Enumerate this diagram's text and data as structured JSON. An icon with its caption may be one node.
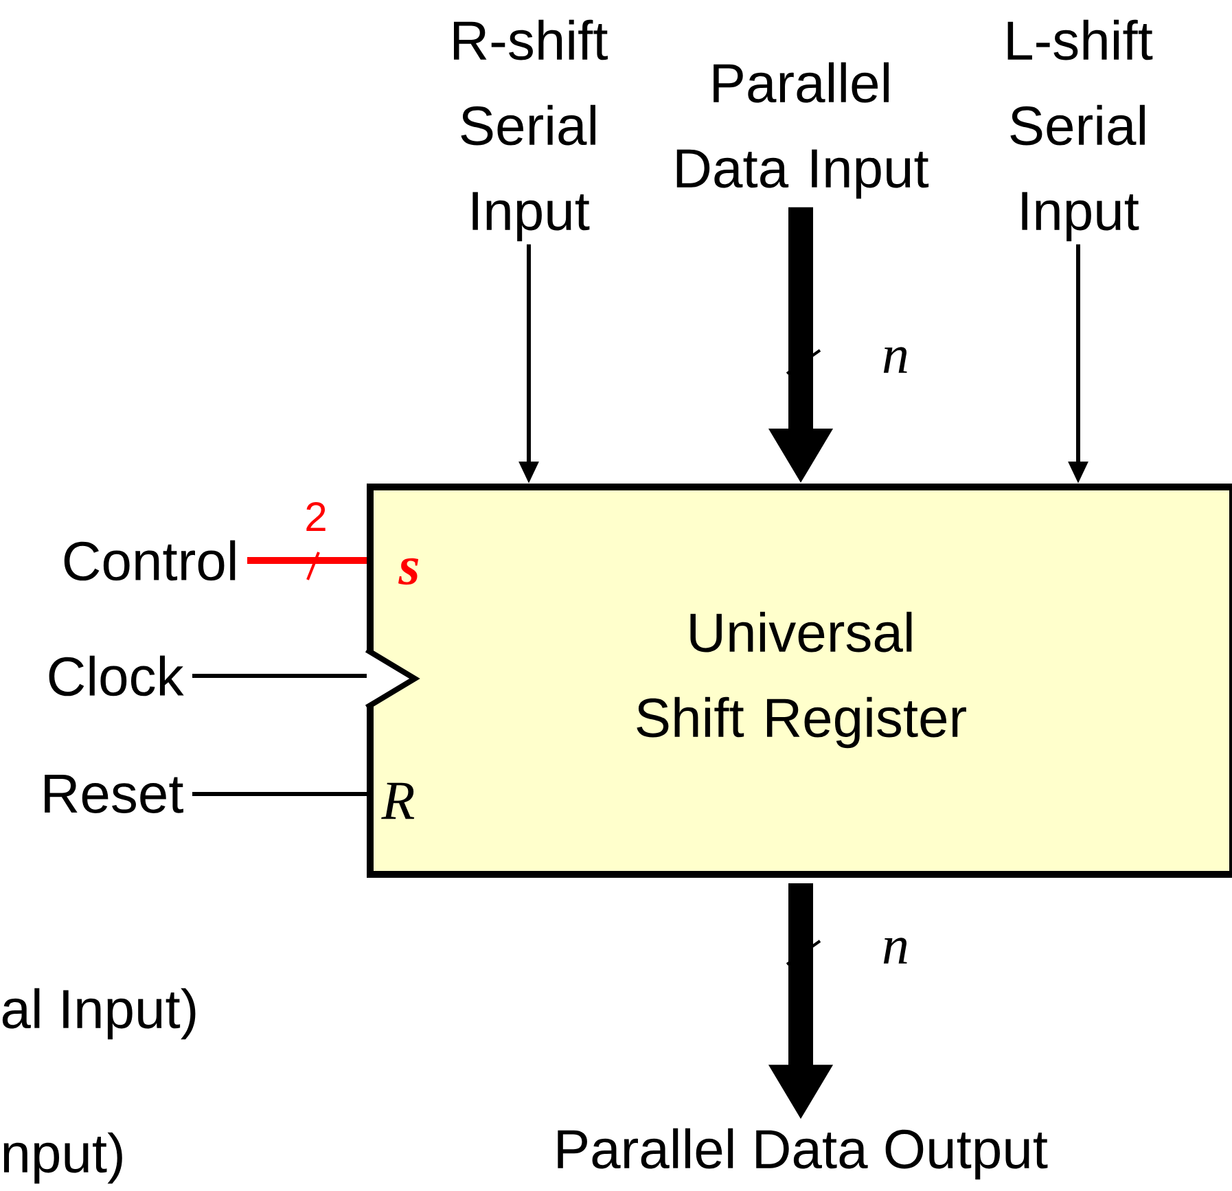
{
  "diagram": {
    "nodes": [
      {
        "text": [
          "R-shift Serial Input"
        ]
      },
      {
        "text": [
          "Parallel Data Input"
        ]
      },
      {
        "text": [
          "L-shift Serial Input"
        ]
      },
      {
        "text": [
          "Universal Shift Register"
        ]
      },
      {
        "text": [
          "Control"
        ]
      },
      {
        "text": [
          "Clock"
        ]
      },
      {
        "text": [
          "Reset"
        ]
      },
      {
        "text": [
          "Parallel Data Output"
        ]
      }
    ],
    "edges": [
      {
        "from": 0,
        "to": 3,
        "arrow": "to"
      },
      {
        "from": 1,
        "to": 3,
        "arrow": "to",
        "style": "thick",
        "label": "n"
      },
      {
        "from": 2,
        "to": 3,
        "arrow": "to"
      },
      {
        "from": 4,
        "to": 3,
        "arrow": "none",
        "color": "#ff0000",
        "label": "2"
      },
      {
        "from": 5,
        "to": 3,
        "arrow": "none"
      },
      {
        "from": 6,
        "to": 3,
        "arrow": "none"
      },
      {
        "from": 3,
        "to": 7,
        "arrow": "to",
        "style": "thick",
        "label": "n"
      }
    ],
    "labels": [
      "s",
      "R",
      "al Input)",
      "nput)"
    ]
  }
}
